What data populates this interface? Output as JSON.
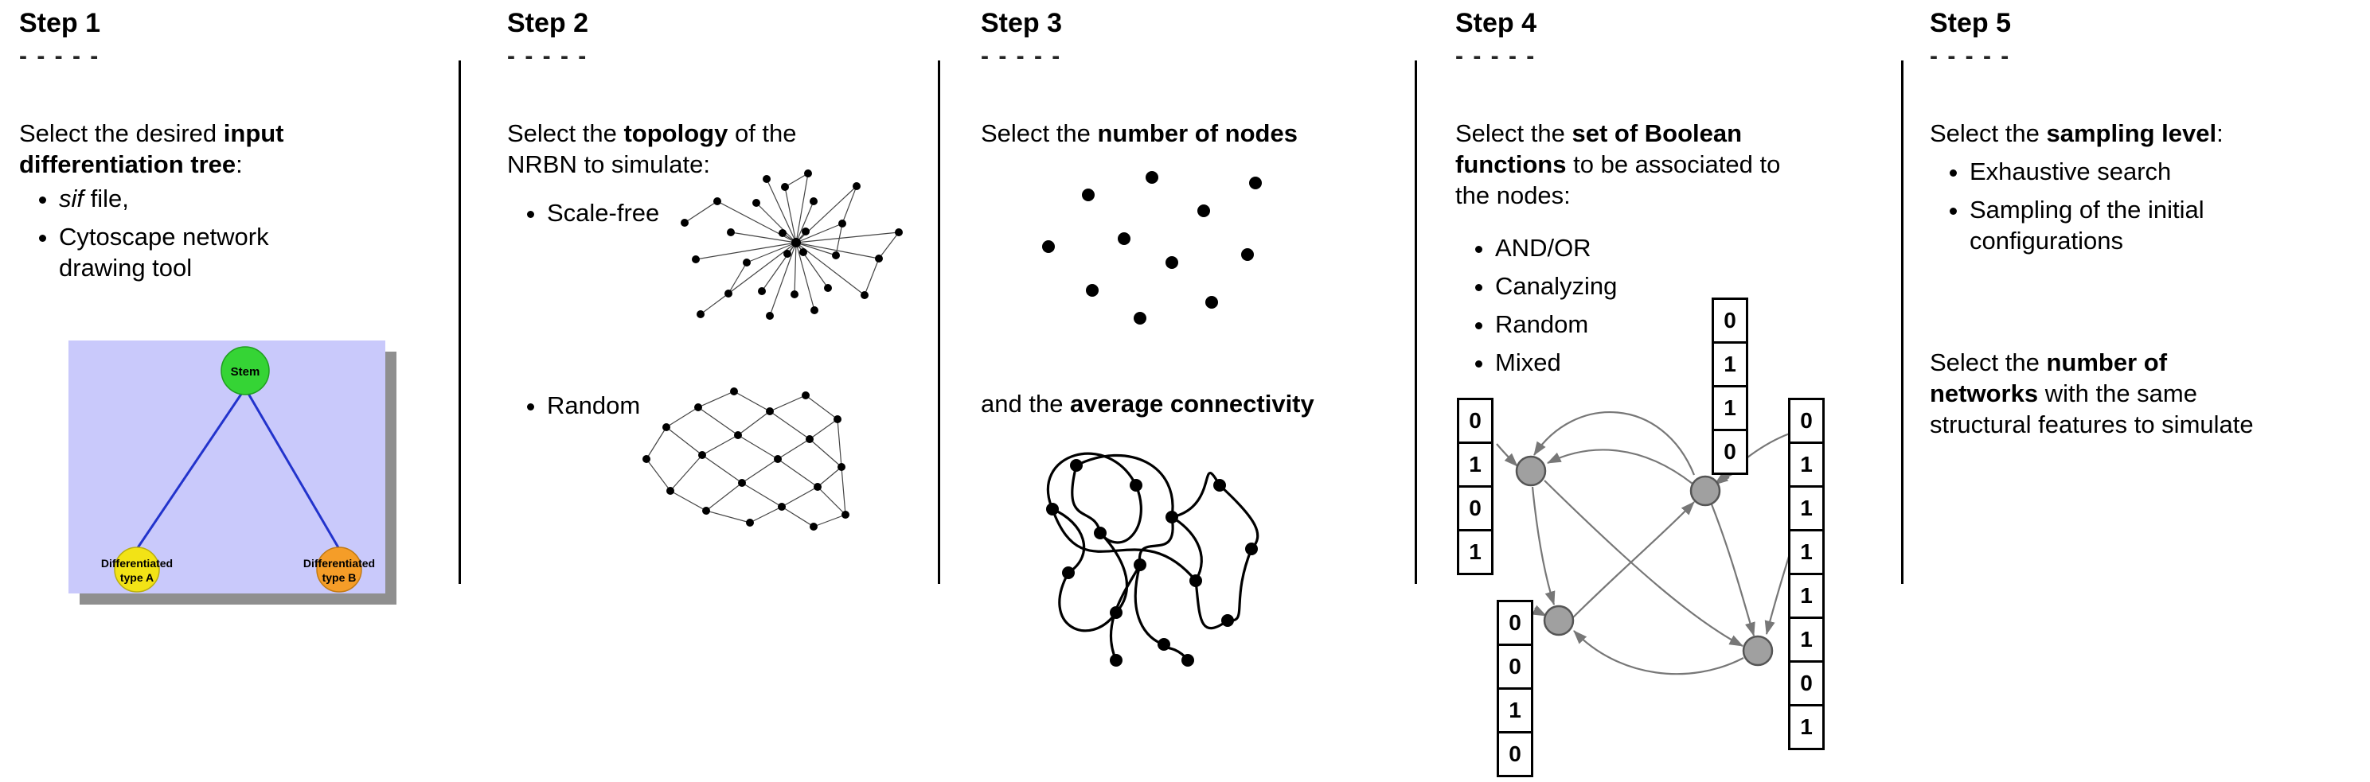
{
  "steps": [
    {
      "title": "Step 1",
      "dashes": "- - - - -",
      "intro": {
        "t0": "Select the desired ",
        "b1": "input",
        "b2": "differentiation tree",
        "t1": ":"
      },
      "bullet1_italic": "sif",
      "bullet1_rest": " file,",
      "bullet2": "Cytoscape network drawing tool",
      "tree": {
        "stem_label": "Stem",
        "type_a_line1": "Differentiated",
        "type_a_line2": "type A",
        "type_b_line1": "Differentiated",
        "type_b_line2": "type B",
        "colors": {
          "background": "#c9c9fb",
          "shadow": "#8f8f8f",
          "stem": "#35d435",
          "type_a": "#f2e316",
          "type_b": "#f59d28",
          "edge": "#2233cc"
        }
      }
    },
    {
      "title": "Step 2",
      "dashes": "- - - - -",
      "intro": {
        "t0": "Select the ",
        "b1": "topology",
        "t1": " of the",
        "t2": "NRBN to simulate:"
      },
      "bullet1": "Scale-free",
      "bullet2": "Random"
    },
    {
      "title": "Step 3",
      "dashes": "- - - - -",
      "line1": {
        "t0": "Select the ",
        "b1": "number of nodes"
      },
      "line2": {
        "t0": "and the ",
        "b1": "average connectivity"
      }
    },
    {
      "title": "Step 4",
      "dashes": "- - - - -",
      "intro": {
        "t0": "Select the ",
        "b1": "set of Boolean",
        "b2": "functions",
        "t1": " to be associated to",
        "t2": "the nodes:"
      },
      "bullets": [
        "AND/OR",
        "Canalyzing",
        "Random",
        "Mixed"
      ],
      "truth_tables": {
        "left": [
          "0",
          "1",
          "0",
          "1"
        ],
        "top": [
          "0",
          "1",
          "1",
          "0"
        ],
        "right": [
          "0",
          "1",
          "1",
          "1",
          "1",
          "1",
          "0",
          "1"
        ],
        "bottom": [
          "0",
          "0",
          "1",
          "0"
        ]
      }
    },
    {
      "title": "Step 5",
      "dashes": "- - - - -",
      "intro": {
        "t0": "Select the ",
        "b1": "sampling level",
        "t1": ":"
      },
      "bullets": [
        "Exhaustive search",
        "Sampling of the initial configurations"
      ],
      "para2": {
        "t0": "Select the ",
        "b1": "number of",
        "b2": "networks",
        "t1": " with the same",
        "t2": "structural features to simulate"
      }
    }
  ]
}
